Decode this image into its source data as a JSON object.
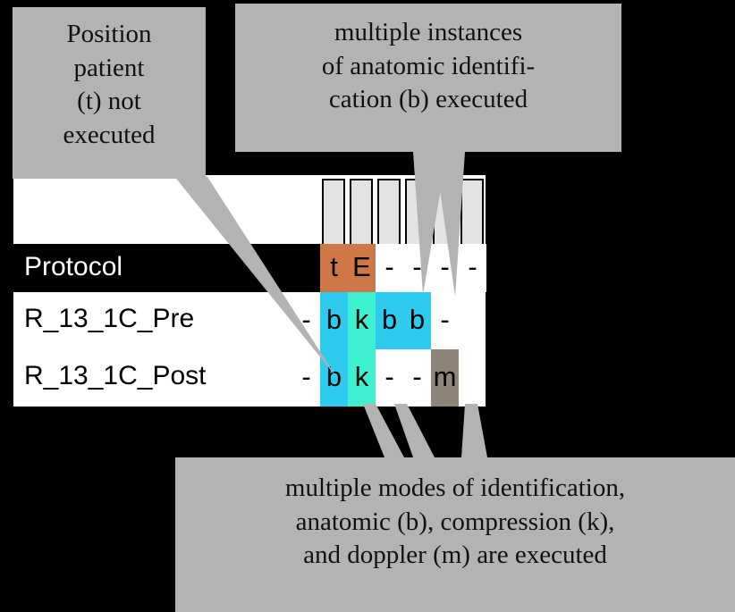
{
  "callouts": {
    "position": {
      "name": "position-patient-callout",
      "lines": [
        "Position",
        "patient",
        "(t) not",
        "executed"
      ]
    },
    "instances": {
      "name": "multiple-instances-callout",
      "lines": [
        "multiple instances",
        "of anatomic identifi-",
        "cation (b) executed"
      ]
    },
    "modes": {
      "name": "multiple-modes-callout",
      "lines": [
        "multiple modes of identification,",
        "anatomic (b), compression (k),",
        "and doppler (m) are executed"
      ]
    }
  },
  "table": {
    "rows": [
      {
        "label": "",
        "kind": "header",
        "cells": [
          "",
          "",
          "",
          "",
          "",
          ""
        ]
      },
      {
        "label": "Protocol",
        "kind": "protocol",
        "cells": [
          "t",
          "E",
          "-",
          "-",
          "-",
          "-"
        ],
        "lead": ""
      },
      {
        "label": "R_13_1C_Pre",
        "kind": "data",
        "lead": "-",
        "cells": [
          "b",
          "k",
          "b",
          "b",
          "-",
          ""
        ]
      },
      {
        "label": "R_13_1C_Post",
        "kind": "data",
        "lead": "-",
        "cells": [
          "b",
          "k",
          "-",
          "-",
          "m",
          ""
        ]
      }
    ]
  },
  "colors": {
    "callout_bg": "#b3b3b3",
    "orange_cell": "#cd7846",
    "cyan_cell": "#2ecbef",
    "turquoise_cell": "#3ef0cf",
    "taupe_cell": "#8e8478",
    "header_box": "#e3e3e3",
    "page_bg": "#000000",
    "table_bg": "#ffffff",
    "protocol_row_bg": "#000000"
  },
  "legend_keys": {
    "t": "Position patient (not executed)",
    "E": "E",
    "b": "anatomic identification",
    "k": "compression",
    "m": "doppler",
    "dash": "-"
  }
}
